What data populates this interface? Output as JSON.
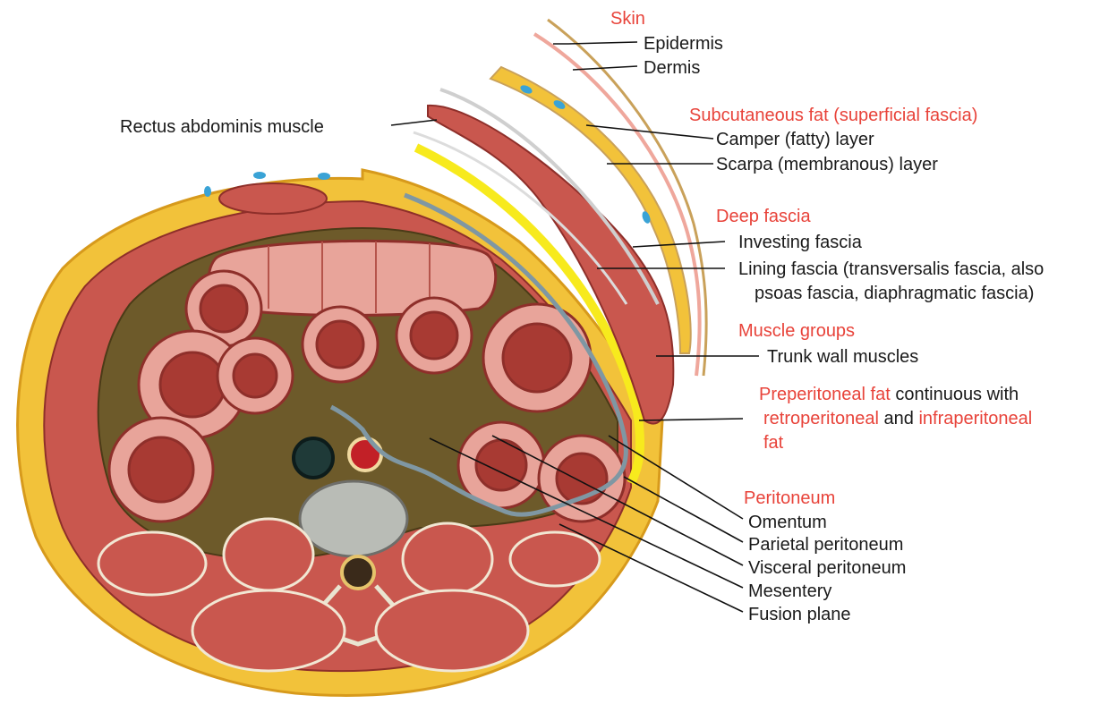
{
  "labels": {
    "skin": "Skin",
    "epidermis": "Epidermis",
    "dermis": "Dermis",
    "rectus": "Rectus abdominis muscle",
    "subcutaneous": "Subcutaneous fat (superficial fascia)",
    "camper": "Camper (fatty) layer",
    "scarpa": "Scarpa (membranous) layer",
    "deep_fascia": "Deep fascia",
    "investing": "Investing fascia",
    "lining_1": "Lining fascia (transversalis fascia, also",
    "lining_2": "psoas fascia, diaphragmatic fascia)",
    "muscle_groups": "Muscle groups",
    "trunk": "Trunk wall muscles",
    "preperitoneal_red": "Preperitoneal fat",
    "preperitoneal_blk": " continuous with",
    "retro_red": "retroperitoneal",
    "and": " and ",
    "infra_red": "infraperitoneal",
    "fat_red": "fat",
    "peritoneum": "Peritoneum",
    "omentum": "Omentum",
    "parietal": "Parietal peritoneum",
    "visceral": "Visceral peritoneum",
    "mesentery": "Mesentery",
    "fusion": "Fusion plane"
  },
  "colors": {
    "heading_red": "#e8433a",
    "fat_yellow": "#f2c23a",
    "muscle_red": "#c9574e",
    "bowel_wall": "#e8a49a",
    "bowel_lumen": "#a83a33",
    "fascia_yellow": "#f7ea1d",
    "peritoneum_gray": "#7f97a3",
    "dermis_pink": "#efa79c",
    "epidermis_tan": "#c9a15a"
  }
}
